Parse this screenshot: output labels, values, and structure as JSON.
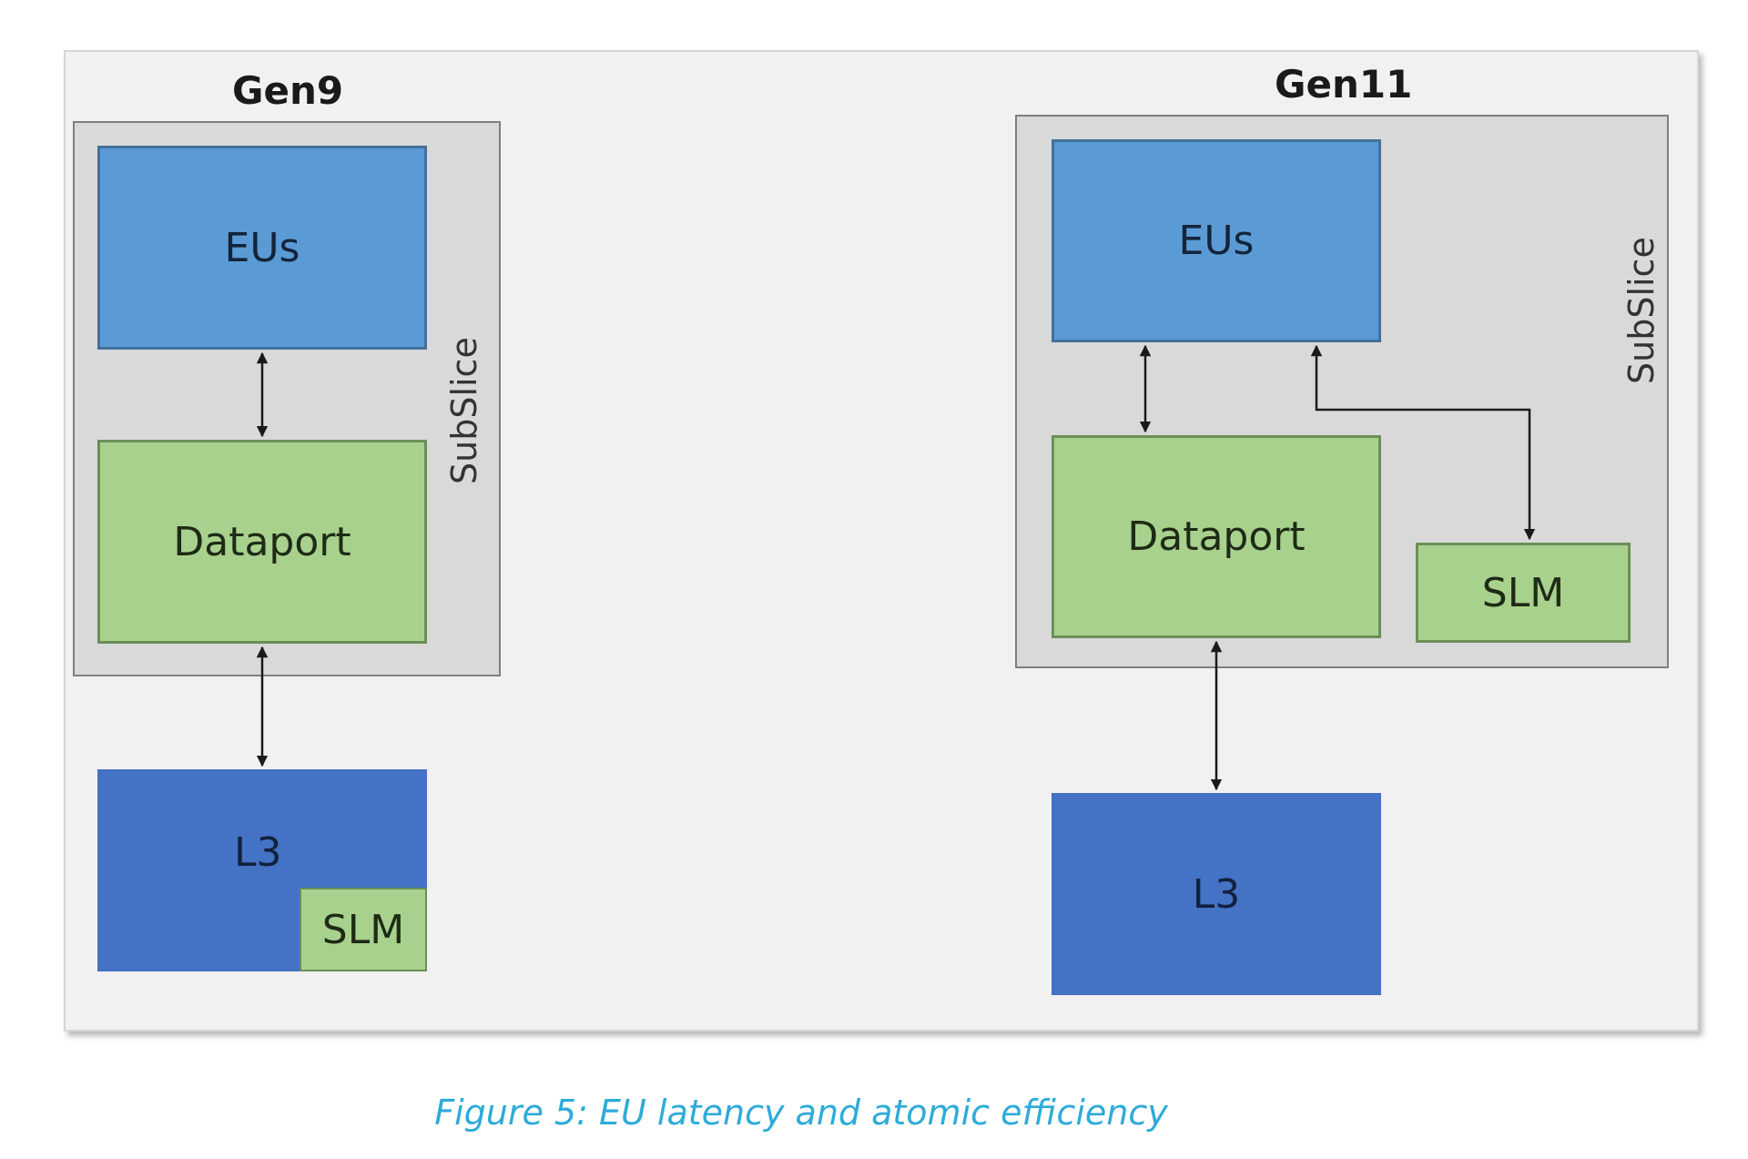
{
  "gen9": {
    "title": "Gen9",
    "subslice_label": "SubSlice",
    "eus_label": "EUs",
    "dataport_label": "Dataport",
    "l3_label": "L3",
    "slm_label": "SLM"
  },
  "gen11": {
    "title": "Gen11",
    "subslice_label": "SubSlice",
    "eus_label": "EUs",
    "dataport_label": "Dataport",
    "l3_label": "L3",
    "slm_label": "SLM"
  },
  "caption": "Figure 5: EU latency and atomic efficiency",
  "colors": {
    "eus": "#5b9bd5",
    "dataport": "#a9d18e",
    "l3": "#4472c4",
    "slm": "#a9d18e",
    "subslice": "#d9d9d9",
    "caption": "#2eabd9"
  }
}
